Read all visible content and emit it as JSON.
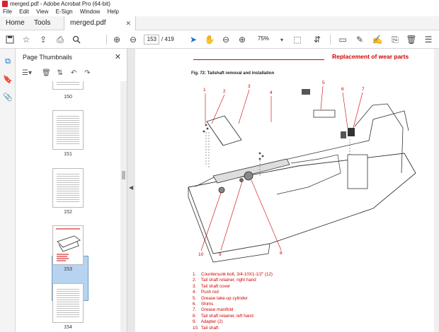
{
  "window": {
    "title": "merged.pdf - Adobe Acrobat Pro (64-bit)"
  },
  "menu": [
    "File",
    "Edit",
    "View",
    "E-Sign",
    "Window",
    "Help"
  ],
  "tabs": {
    "home": "Home",
    "tools": "Tools",
    "document": "merged.pdf"
  },
  "toolbar": {
    "current_page": "153",
    "page_total": "/ 419",
    "zoom": "75%"
  },
  "thumbnails": {
    "title": "Page Thumbnails",
    "pages": [
      "150",
      "151",
      "152",
      "153",
      "154"
    ],
    "selected": "153"
  },
  "document": {
    "header": "Replacement of wear parts",
    "figure_caption": "Fig. 72: Tailshaft removal and installation",
    "callouts": [
      "1",
      "2",
      "3",
      "4",
      "5",
      "6",
      "7",
      "8",
      "9",
      "10"
    ],
    "legend": [
      "1.    Countersunk bolt, 3/4-10X1-1/2\" (12)",
      "2.    Tail shaft retainer, right hand",
      "3.    Tail shaft cover",
      "4.    Push rod",
      "5.    Grease take-up cylinder",
      "6.    Shims",
      "7.    Grease manifold",
      "8.    Tail shaft retainer, left hand",
      "9.    Adapter (2)",
      "10.  Tail shaft"
    ]
  },
  "colors": {
    "accent": "#d10000",
    "selection": "#b7d3ef",
    "acrobat_red": "#d9232d"
  },
  "icons": [
    "save-icon",
    "bookmark-star-icon",
    "upload-icon",
    "print-icon",
    "search-icon",
    "page-up-icon",
    "page-down-icon",
    "select-arrow-icon",
    "hand-icon",
    "zoom-out-icon",
    "zoom-in-icon",
    "marquee-icon",
    "scroll-mode-icon",
    "comment-icon",
    "highlight-icon",
    "sign-icon",
    "stamp-icon",
    "delete-icon",
    "more-tools-icon"
  ]
}
